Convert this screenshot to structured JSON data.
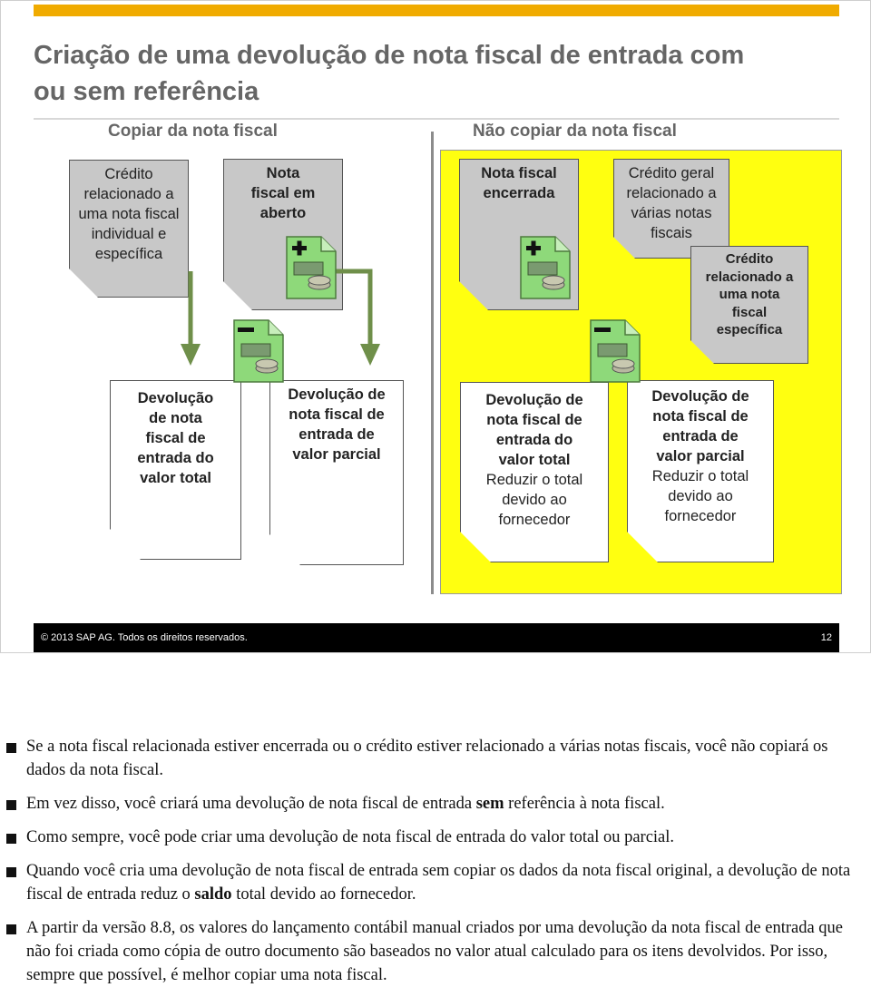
{
  "slide": {
    "title_line1": "Criação de uma devolução de nota fiscal de entrada com",
    "title_line2": "ou sem referência",
    "left_header": "Copiar da nota fiscal",
    "right_header": "Não copiar da nota fiscal",
    "docs": {
      "credito_individual": "Crédito\nrelacionado a\numa nota fiscal\nindividual e\nespecífica",
      "nota_aberto": "Nota\nfiscal em\naberto",
      "nota_encerrada": "Nota fiscal\nencerrada",
      "credito_geral": "Crédito geral\nrelacionado a\nvárias notas\nfiscais",
      "credito_especifica": "Crédito\nrelacionado a\numa nota\nfiscal\nespecífica",
      "dev_total_left": "Devolução\nde nota\nfiscal de\nentrada do\nvalor total",
      "dev_parcial_left": "Devolução de\nnota fiscal de\nentrada de\nvalor parcial",
      "dev_total_right": "Devolução de\nnota fiscal de\nentrada do\nvalor total",
      "dev_total_right_note": "Reduzir o total\ndevido ao\nfornecedor",
      "dev_parcial_right": "Devolução de\nnota fiscal de\nentrada de\nvalor parcial",
      "dev_parcial_right_note": "Reduzir o total\ndevido ao\nfornecedor"
    },
    "footer_copyright": "© 2013 SAP AG. Todos os direitos reservados.",
    "page_number": "12",
    "colors": {
      "topbar": "#f0ab00",
      "highlight": "#ffff10",
      "arrow": "#6f8f4a",
      "icon_green": "#8ed97a"
    },
    "icons": [
      "document-plus-icon",
      "document-minus-icon",
      "arrow-down-icon"
    ]
  },
  "notes": [
    {
      "text": "Se a nota fiscal relacionada estiver encerrada ou o crédito estiver relacionado a várias notas fiscais, você não copiará os dados da nota fiscal."
    },
    {
      "pre": "Em vez disso, você criará uma devolução de nota fiscal de entrada ",
      "bold": "sem",
      "post": " referência à nota fiscal."
    },
    {
      "text": "Como sempre, você pode criar uma devolução de nota fiscal de entrada do valor total ou parcial."
    },
    {
      "pre": "Quando você cria uma devolução de nota fiscal de entrada sem copiar os dados da nota fiscal original, a devolução de nota fiscal de entrada reduz o ",
      "bold": "saldo",
      "post": " total devido ao fornecedor."
    },
    {
      "text": "A partir da versão 8.8, os valores do lançamento contábil manual criados por uma devolução da nota fiscal de entrada que não foi criada como cópia de outro documento são baseados no valor atual calculado para os itens devolvidos. Por isso, sempre que possível, é melhor copiar uma nota fiscal."
    }
  ]
}
